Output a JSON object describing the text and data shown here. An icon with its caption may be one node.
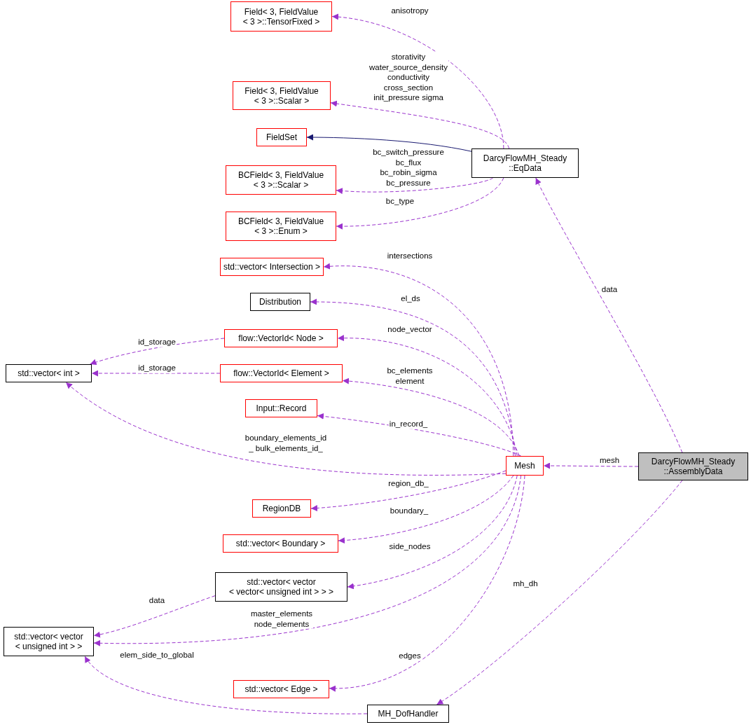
{
  "diagram": {
    "nodes": [
      {
        "text": [
          "Field< 3, FieldValue < 3 >::TensorFixed >"
        ]
      },
      {
        "text": [
          "Field< 3, FieldValue < 3 >::Scalar >"
        ]
      },
      {
        "text": [
          "FieldSet"
        ]
      },
      {
        "text": [
          "BCField< 3, FieldValue < 3 >::Scalar >"
        ]
      },
      {
        "text": [
          "BCField< 3, FieldValue < 3 >::Enum >"
        ]
      },
      {
        "text": [
          "DarcyFlowMH_Steady ::EqData"
        ]
      },
      {
        "text": [
          "std::vector< Intersection >"
        ]
      },
      {
        "text": [
          "Distribution"
        ]
      },
      {
        "text": [
          "flow::VectorId< Node >"
        ]
      },
      {
        "text": [
          "std::vector< int >"
        ]
      },
      {
        "text": [
          "flow::VectorId< Element >"
        ]
      },
      {
        "text": [
          "Input::Record"
        ]
      },
      {
        "text": [
          "Mesh"
        ]
      },
      {
        "text": [
          "DarcyFlowMH_Steady ::AssemblyData"
        ]
      },
      {
        "text": [
          "RegionDB"
        ]
      },
      {
        "text": [
          "std::vector< Boundary >"
        ]
      },
      {
        "text": [
          "std::vector< vector < vector< unsigned int > > >"
        ]
      },
      {
        "text": [
          "std::vector< vector < unsigned int > >"
        ]
      },
      {
        "text": [
          "std::vector< Edge >"
        ]
      },
      {
        "text": [
          "MH_DofHandler"
        ]
      }
    ],
    "edges": [
      {
        "from": 5,
        "to": 0,
        "arrow": "to",
        "label": "anisotropy",
        "style": "dashed"
      },
      {
        "from": 5,
        "to": 1,
        "arrow": "to",
        "label": "storativity water_source_density conductivity cross_section init_pressure sigma",
        "style": "dashed"
      },
      {
        "from": 5,
        "to": 2,
        "arrow": "to",
        "color": "#191970"
      },
      {
        "from": 5,
        "to": 3,
        "arrow": "to",
        "label": "bc_switch_pressure bc_flux bc_robin_sigma bc_pressure",
        "style": "dashed"
      },
      {
        "from": 5,
        "to": 4,
        "arrow": "to",
        "label": "bc_type",
        "style": "dashed"
      },
      {
        "from": 13,
        "to": 5,
        "arrow": "to",
        "label": "data",
        "style": "dashed"
      },
      {
        "from": 12,
        "to": 6,
        "arrow": "to",
        "label": "intersections",
        "style": "dashed"
      },
      {
        "from": 12,
        "to": 7,
        "arrow": "to",
        "label": "el_ds",
        "style": "dashed"
      },
      {
        "from": 12,
        "to": 8,
        "arrow": "to",
        "label": "node_vector",
        "style": "dashed"
      },
      {
        "from": 8,
        "to": 9,
        "arrow": "to",
        "label": "id_storage",
        "style": "dashed"
      },
      {
        "from": 10,
        "to": 9,
        "arrow": "to",
        "label": "id_storage",
        "style": "dashed"
      },
      {
        "from": 12,
        "to": 10,
        "arrow": "to",
        "label": "bc_elements element",
        "style": "dashed"
      },
      {
        "from": 12,
        "to": 11,
        "arrow": "to",
        "label": "in_record_",
        "style": "dashed"
      },
      {
        "from": 12,
        "to": 9,
        "arrow": "to",
        "label": "boundary_elements_id _ bulk_elements_id_",
        "style": "dashed"
      },
      {
        "from": 13,
        "to": 12,
        "arrow": "to",
        "label": "mesh",
        "style": "dashed"
      },
      {
        "from": 12,
        "to": 14,
        "arrow": "to",
        "label": "region_db_",
        "style": "dashed"
      },
      {
        "from": 12,
        "to": 15,
        "arrow": "to",
        "label": "boundary_",
        "style": "dashed"
      },
      {
        "from": 12,
        "to": 16,
        "arrow": "to",
        "label": "side_nodes",
        "style": "dashed"
      },
      {
        "from": 16,
        "to": 17,
        "arrow": "to",
        "label": "data",
        "style": "dashed"
      },
      {
        "from": 12,
        "to": 17,
        "arrow": "to",
        "label": "master_elements node_elements",
        "style": "dashed"
      },
      {
        "from": 12,
        "to": 18,
        "arrow": "to",
        "label": "edges",
        "style": "dashed"
      },
      {
        "from": 19,
        "to": 17,
        "arrow": "to",
        "label": "elem_side_to_global",
        "style": "dashed"
      },
      {
        "from": 13,
        "to": 19,
        "arrow": "to",
        "label": "mh_dh",
        "style": "dashed"
      }
    ]
  }
}
